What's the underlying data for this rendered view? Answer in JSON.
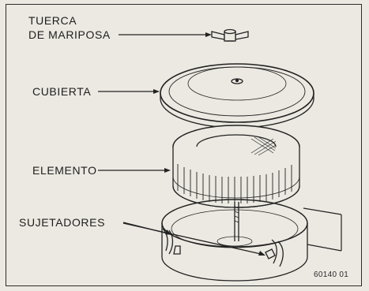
{
  "labels": {
    "wing_nut_line1": "TUERCA",
    "wing_nut_line2": "DE MARIPOSA",
    "cover": "CUBIERTA",
    "element": "ELEMENTO",
    "clamps": "SUJETADORES"
  },
  "figure_code": "60140 01",
  "colors": {
    "ink": "#222222",
    "paper": "#ece9e2"
  }
}
